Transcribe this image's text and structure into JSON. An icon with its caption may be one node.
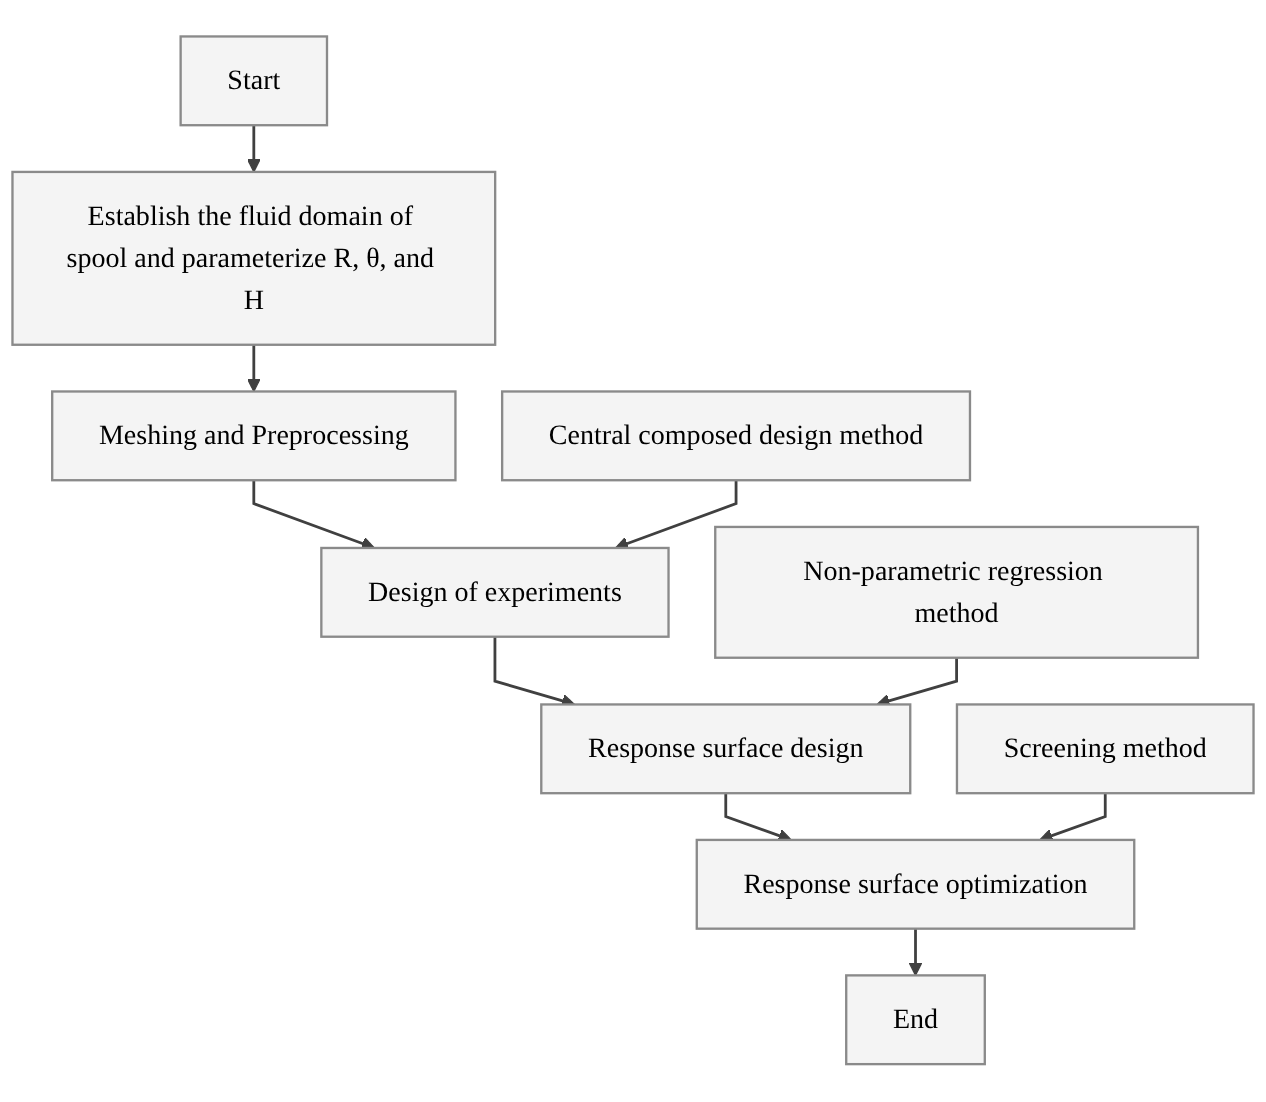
{
  "diagram": {
    "nodes": [
      {
        "text": [
          "Start"
        ]
      },
      {
        "text": [
          "Establish the fluid domain of spool and parameterize R, θ, and H"
        ]
      },
      {
        "text": [
          "Meshing and Preprocessing"
        ]
      },
      {
        "text": [
          "Central composed design method"
        ]
      },
      {
        "text": [
          "Design of experiments"
        ]
      },
      {
        "text": [
          "Non-parametric regression method"
        ]
      },
      {
        "text": [
          "Response surface design"
        ]
      },
      {
        "text": [
          "Screening method"
        ]
      },
      {
        "text": [
          "Response surface optimization"
        ]
      },
      {
        "text": [
          "End"
        ]
      }
    ],
    "edges": [
      {
        "from": 0,
        "to": 1,
        "arrow": "to"
      },
      {
        "from": 1,
        "to": 2,
        "arrow": "to"
      },
      {
        "from": 2,
        "to": 4,
        "arrow": "to"
      },
      {
        "from": 3,
        "to": 4,
        "arrow": "to"
      },
      {
        "from": 4,
        "to": 6,
        "arrow": "to"
      },
      {
        "from": 5,
        "to": 6,
        "arrow": "to"
      },
      {
        "from": 6,
        "to": 8,
        "arrow": "to"
      },
      {
        "from": 7,
        "to": 8,
        "arrow": "to"
      },
      {
        "from": 8,
        "to": 9,
        "arrow": "to"
      }
    ]
  }
}
